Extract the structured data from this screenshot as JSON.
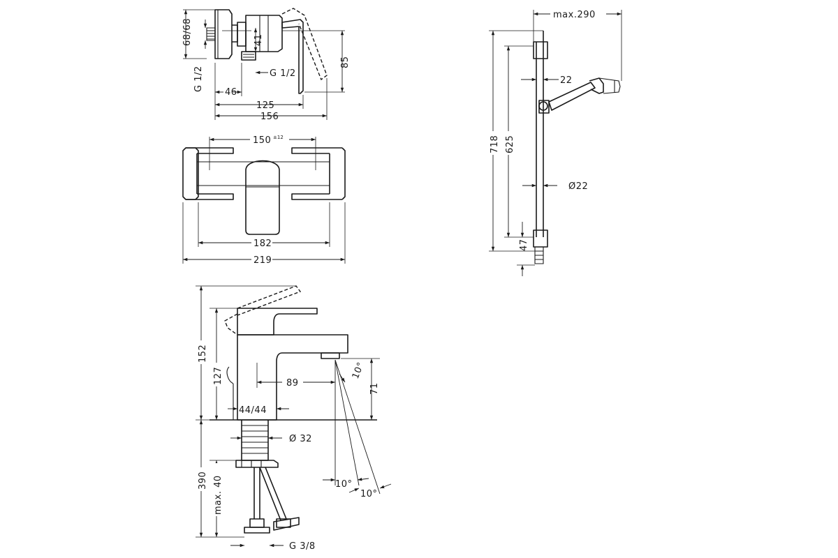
{
  "top_mixer": {
    "dim_68_68": "68/68",
    "dim_g12_left": "G 1/2",
    "dim_41": "41",
    "dim_g12_right": "G 1/2",
    "dim_85": "85",
    "dim_46": "46",
    "dim_125": "125",
    "dim_156": "156"
  },
  "front_mixer": {
    "dim_150": "150",
    "dim_150_tol": "±12",
    "dim_182": "182",
    "dim_219": "219"
  },
  "shower_rail": {
    "dim_max290": "max.290",
    "dim_22": "22",
    "dim_718": "718",
    "dim_625": "625",
    "dim_d22": "Ø22",
    "dim_47": "47"
  },
  "basin_mixer": {
    "dim_152": "152",
    "dim_127": "127",
    "dim_89": "89",
    "dim_10_a": "10°",
    "dim_71": "71",
    "dim_44_44": "44/44",
    "dim_d32": "Ø 32",
    "dim_390": "390",
    "dim_max40": "max. 40",
    "dim_10_b": "10°",
    "dim_10_c": "10°",
    "dim_g38": "G 3/8"
  }
}
